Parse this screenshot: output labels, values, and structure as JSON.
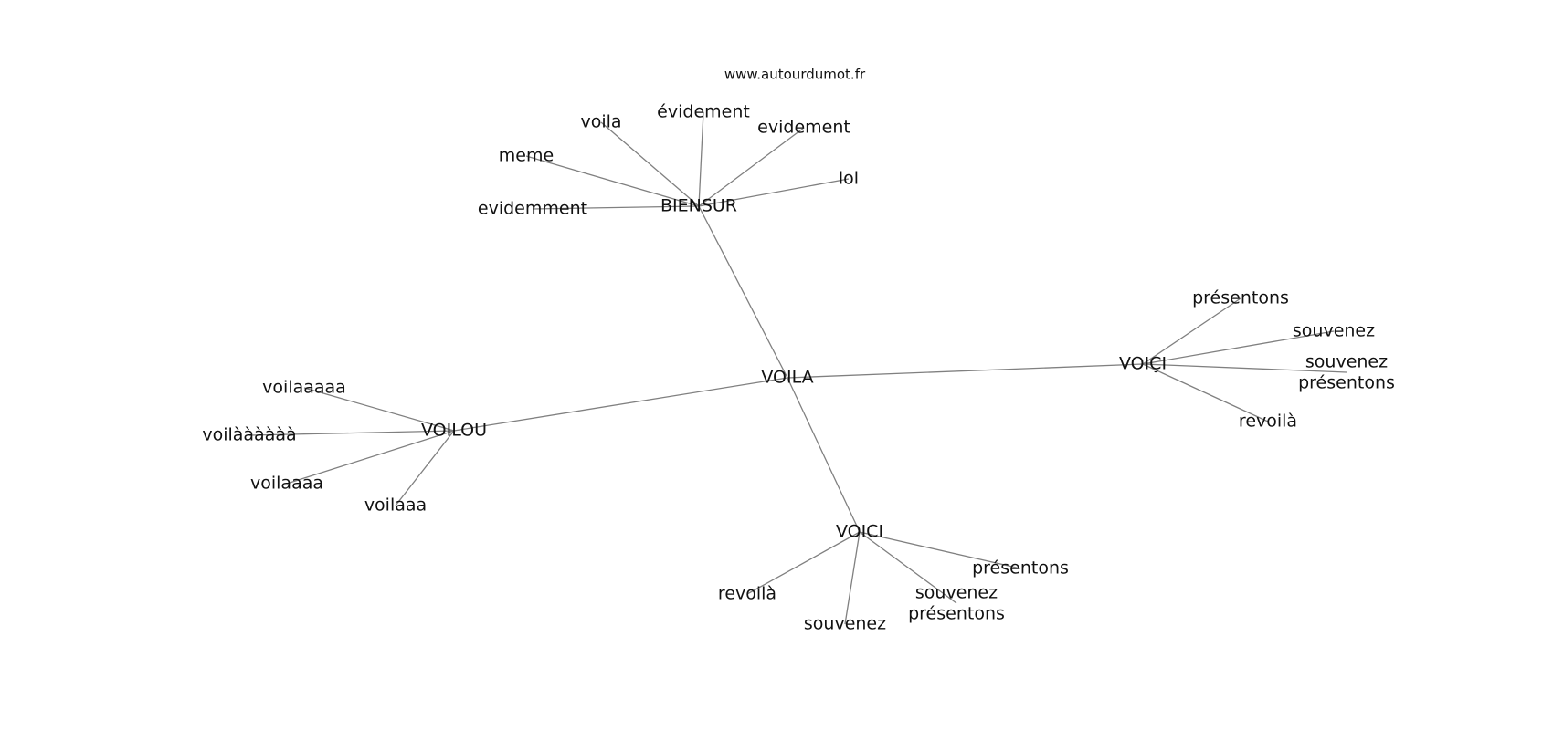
{
  "source": "www.autourdumot.fr",
  "colors": {
    "edge": "#808080",
    "text": "#111111",
    "background": "#ffffff"
  },
  "graph": {
    "nodes": [
      {
        "id": "voila_center",
        "label": "VOILA"
      },
      {
        "id": "biensur",
        "label": "BIENSUR"
      },
      {
        "id": "voilou",
        "label": "VOILOU"
      },
      {
        "id": "voici_cedilla",
        "label": "VOIÇI"
      },
      {
        "id": "voici",
        "label": "VOICI"
      },
      {
        "id": "b_voila",
        "label": "voila"
      },
      {
        "id": "b_evidement_acc",
        "label": "évidement"
      },
      {
        "id": "b_evidement",
        "label": "evidement"
      },
      {
        "id": "b_meme",
        "label": "meme"
      },
      {
        "id": "b_lol",
        "label": "lol"
      },
      {
        "id": "b_evidemment",
        "label": "evidemment"
      },
      {
        "id": "l_voilaaaaa",
        "label": "voilaaaaa"
      },
      {
        "id": "l_voilaaccent",
        "label": "voilàààààà"
      },
      {
        "id": "l_voilaaaa",
        "label": "voilaaaa"
      },
      {
        "id": "l_voilaaa",
        "label": "voilaaa"
      },
      {
        "id": "c_presentons",
        "label": "présentons"
      },
      {
        "id": "c_souvenez",
        "label": "souvenez"
      },
      {
        "id": "c_souvenez_presentons",
        "label": "souvenez\nprésentons"
      },
      {
        "id": "c_revoila",
        "label": "revoilà"
      },
      {
        "id": "v_presentons",
        "label": "présentons"
      },
      {
        "id": "v_revoila",
        "label": "revoilà"
      },
      {
        "id": "v_souvenez",
        "label": "souvenez"
      },
      {
        "id": "v_souvenez_presentons",
        "label": "souvenez\nprésentons"
      }
    ],
    "edges": [
      [
        "voila_center",
        "biensur"
      ],
      [
        "voila_center",
        "voilou"
      ],
      [
        "voila_center",
        "voici_cedilla"
      ],
      [
        "voila_center",
        "voici"
      ],
      [
        "biensur",
        "b_voila"
      ],
      [
        "biensur",
        "b_evidement_acc"
      ],
      [
        "biensur",
        "b_evidement"
      ],
      [
        "biensur",
        "b_meme"
      ],
      [
        "biensur",
        "b_lol"
      ],
      [
        "biensur",
        "b_evidemment"
      ],
      [
        "voilou",
        "l_voilaaaaa"
      ],
      [
        "voilou",
        "l_voilaaccent"
      ],
      [
        "voilou",
        "l_voilaaaa"
      ],
      [
        "voilou",
        "l_voilaaa"
      ],
      [
        "voici_cedilla",
        "c_presentons"
      ],
      [
        "voici_cedilla",
        "c_souvenez"
      ],
      [
        "voici_cedilla",
        "c_souvenez_presentons"
      ],
      [
        "voici_cedilla",
        "c_revoila"
      ],
      [
        "voici",
        "v_presentons"
      ],
      [
        "voici",
        "v_revoila"
      ],
      [
        "voici",
        "v_souvenez"
      ],
      [
        "voici",
        "v_souvenez_presentons"
      ]
    ]
  }
}
